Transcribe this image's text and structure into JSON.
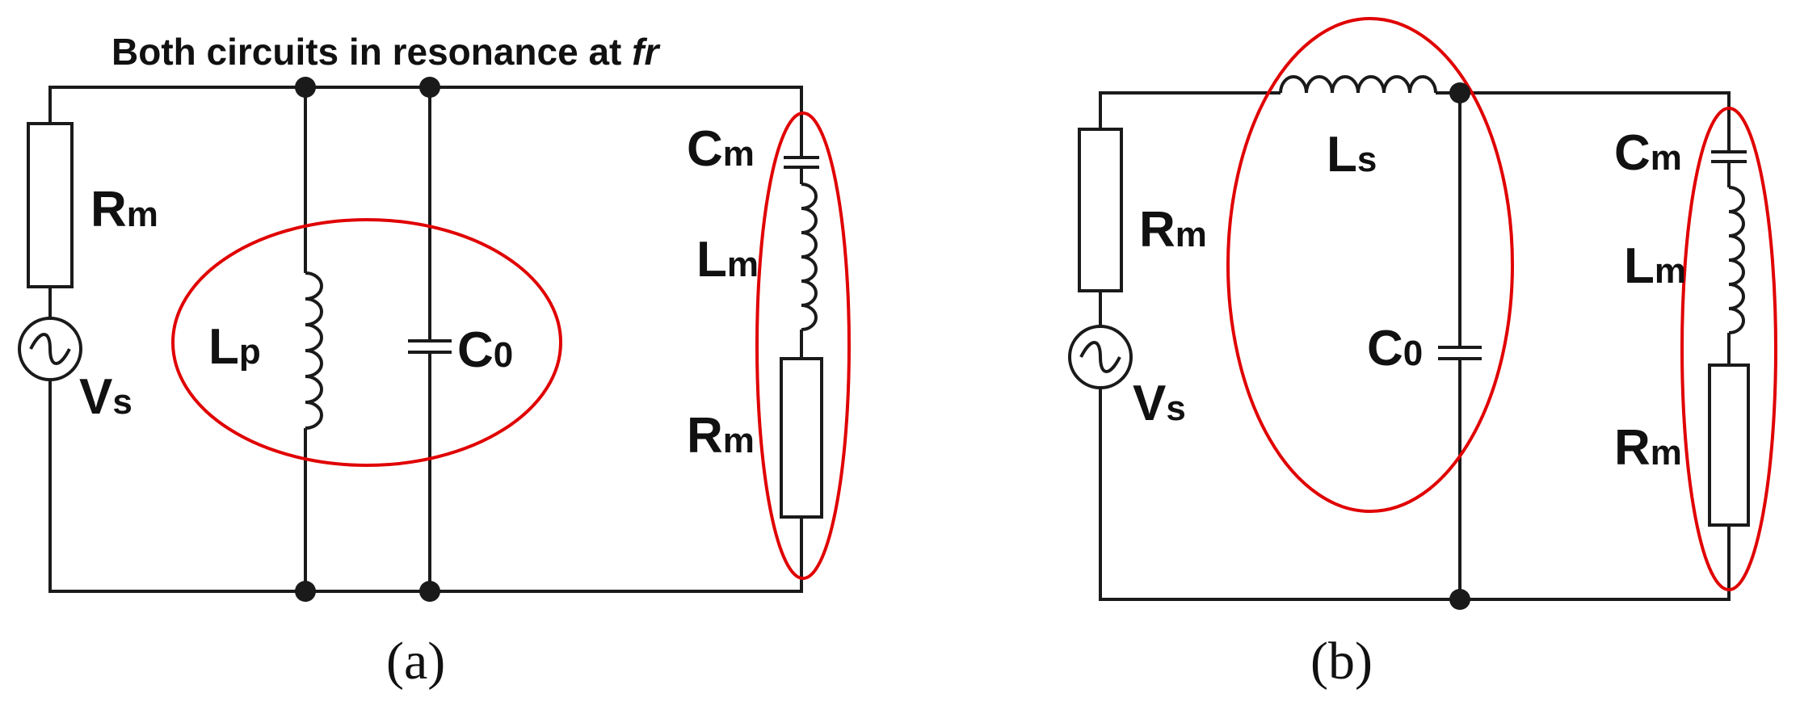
{
  "title_prefix": "Both circuits in resonance at ",
  "title_italic": "fr",
  "colors": {
    "wire": "#1a1a1a",
    "highlight": "#e00000"
  },
  "circuit_a": {
    "caption": "(a)",
    "source": {
      "main": "V",
      "sub": "s"
    },
    "rm_left": {
      "main": "R",
      "sub": "m"
    },
    "lp": {
      "main": "L",
      "sub": "p"
    },
    "c0": {
      "main": "C",
      "sub": "0"
    },
    "cm": {
      "main": "C",
      "sub": "m"
    },
    "lm": {
      "main": "L",
      "sub": "m"
    },
    "rm_right": {
      "main": "R",
      "sub": "m"
    }
  },
  "circuit_b": {
    "caption": "(b)",
    "source": {
      "main": "V",
      "sub": "s"
    },
    "rm_left": {
      "main": "R",
      "sub": "m"
    },
    "ls": {
      "main": "L",
      "sub": "s"
    },
    "c0": {
      "main": "C",
      "sub": "0"
    },
    "cm": {
      "main": "C",
      "sub": "m"
    },
    "lm": {
      "main": "L",
      "sub": "m"
    },
    "rm_right": {
      "main": "R",
      "sub": "m"
    }
  }
}
